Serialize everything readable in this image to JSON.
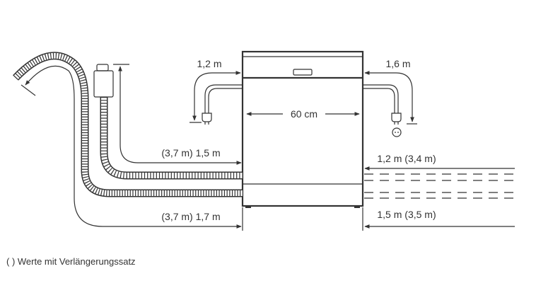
{
  "diagram": {
    "width_label": "60 cm",
    "power_left_label": "1,2 m",
    "power_right_label": "1,6 m",
    "inlet_hose_label": "(3,7 m) 1,5 m",
    "drain_hose_label": "(3,7 m) 1,7 m",
    "right_upper_label": "1,2 m (3,4 m)",
    "right_lower_label": "1,5 m (3,5 m)"
  },
  "footer": {
    "note": "( ) Werte mit Verlängerungssatz"
  },
  "colors": {
    "line": "#333333",
    "background": "#ffffff"
  }
}
